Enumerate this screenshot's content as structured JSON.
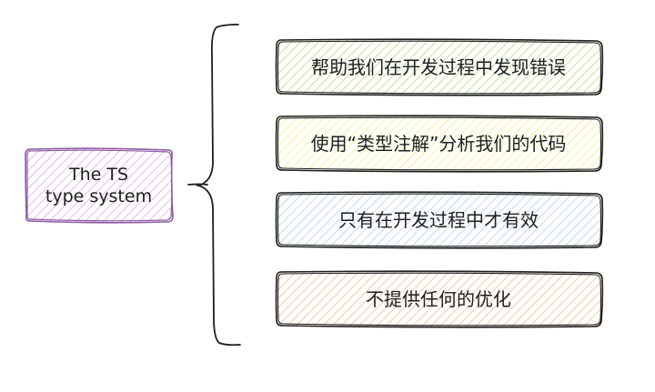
{
  "root": {
    "label": "The TS\ntype system",
    "stroke": "#8e5ba3",
    "hatch": "#c9a3d8"
  },
  "items": [
    {
      "label": "帮助我们在开发过程中发现错误",
      "stroke": "#1e1e1e",
      "hatch": "#a6d96a"
    },
    {
      "label": "使用“类型注解”分析我们的代码",
      "stroke": "#1e1e1e",
      "hatch": "#eded6a"
    },
    {
      "label": "只有在开发过程中才有效",
      "stroke": "#1e1e1e",
      "hatch": "#a9c8ee"
    },
    {
      "label": "不提供任何的优化",
      "stroke": "#1e1e1e",
      "hatch": "#f2b27a"
    }
  ],
  "brace": {
    "stroke": "#1e1e1e"
  }
}
